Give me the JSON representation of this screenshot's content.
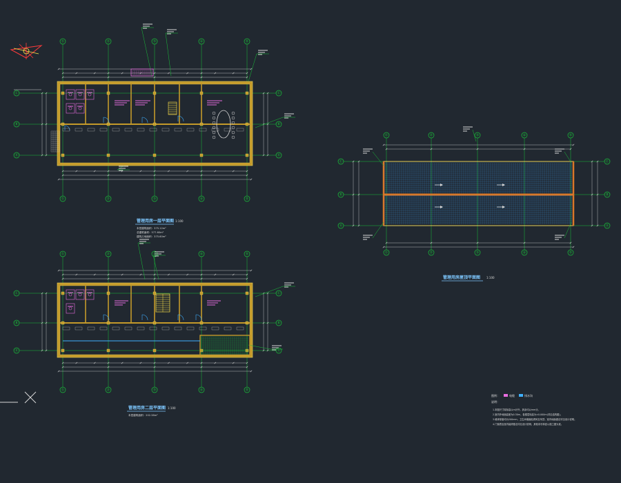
{
  "colors": {
    "background": "#212830",
    "grid_line": "#19c33a",
    "wall": "#c49a2a",
    "wall_outline": "#e8d25a",
    "interior": "#d8d8d8",
    "fixture": "#e86de0",
    "dimension": "#d9d9d9",
    "door": "#3fb0ff",
    "stair": "#ffe34a",
    "hatch": "#3a8fd8",
    "title": "#7ec8ff",
    "roof_beam": "#d8782a",
    "compass": "#ff3b3b"
  },
  "axes": {
    "columns": [
      "①",
      "②",
      "③",
      "④",
      "⑤"
    ],
    "rows": [
      "Ⓐ",
      "Ⓑ",
      "Ⓒ"
    ]
  },
  "plans": {
    "first_floor": {
      "title": "管理用房一层平面图",
      "scale": "1:100",
      "notes": [
        "本层建筑面积：375.12m²",
        "总建筑面积：577.60m²",
        "建筑占地面积：375.60m²"
      ]
    },
    "second_floor": {
      "title": "管理用房二层平面图",
      "scale": "1:100",
      "notes": [
        "本层建筑面积：202.38m²"
      ]
    },
    "roof": {
      "title": "管理用房屋顶平面图",
      "scale": "1:100"
    }
  },
  "legend": {
    "items": [
      "电缆",
      "排水沟"
    ],
    "heading": "说明：",
    "notes": [
      "1.本图尺寸除标高以m计外，其余均以mm计。",
      "2.室内外地面高差为0.30m，各楼层标高为±0.000m(详见结构图)。",
      "3.墙体厚度均为200mm，卫生间墙面贴瓷砖至吊顶，室内地面做法详见设计说明。",
      "4.门窗表及室内装修做法详见设计说明，其他未尽事宜以施工图为准。"
    ]
  }
}
